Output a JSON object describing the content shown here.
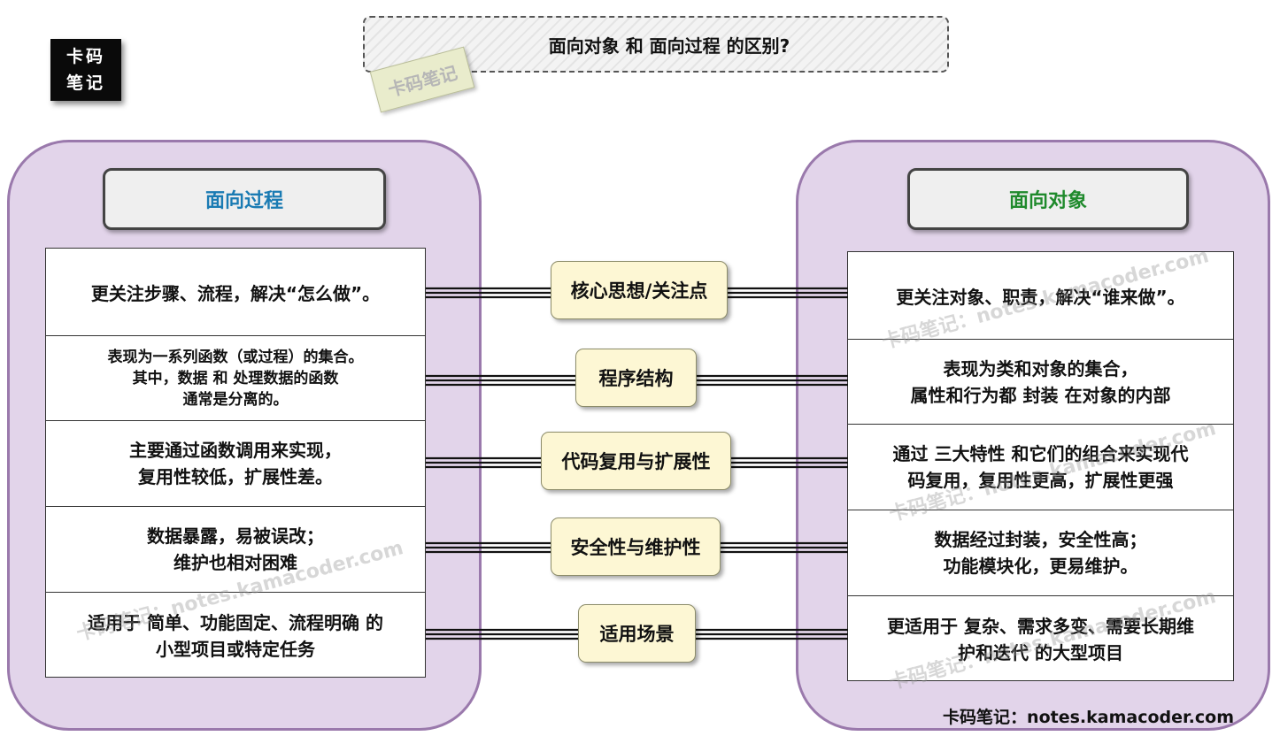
{
  "logo": {
    "line1": "卡码",
    "line2": "笔记"
  },
  "title": "面向对象 和 面向过程 的区别?",
  "stamp": "卡码笔记",
  "left": {
    "heading": "面向过程",
    "rows": [
      "更关注步骤、流程，解决“怎么做”。",
      "表现为一系列函数（或过程）的集合。\n其中，数据 和 处理数据的函数\n通常是分离的。",
      "主要通过函数调用来实现，\n复用性较低，扩展性差。",
      "数据暴露，易被误改；\n维护也相对困难",
      "适用于 简单、功能固定、流程明确 的\n小型项目或特定任务"
    ]
  },
  "right": {
    "heading": "面向对象",
    "rows": [
      "更关注对象、职责，解决“谁来做”。",
      "表现为类和对象的集合，\n属性和行为都 封装 在对象的内部",
      "通过 三大特性 和它们的组合来实现代\n码复用，复用性更高，扩展性更强",
      "数据经过封装，安全性高；\n功能模块化，更易维护。",
      "更适用于 复杂、需求多变、需要长期维\n护和迭代 的大型项目"
    ]
  },
  "labels": [
    "核心思想/关注点",
    "程序结构",
    "代码复用与扩展性",
    "安全性与维护性",
    "适用场景"
  ],
  "watermark": "卡码笔记：notes.kamacoder.com",
  "footer": "卡码笔记：notes.kamacoder.com",
  "colors": {
    "left_heading": "#1a7bb3",
    "right_heading": "#1f8a2c",
    "panel": "#e2d4ea",
    "label_bg": "#fdf7d4"
  }
}
